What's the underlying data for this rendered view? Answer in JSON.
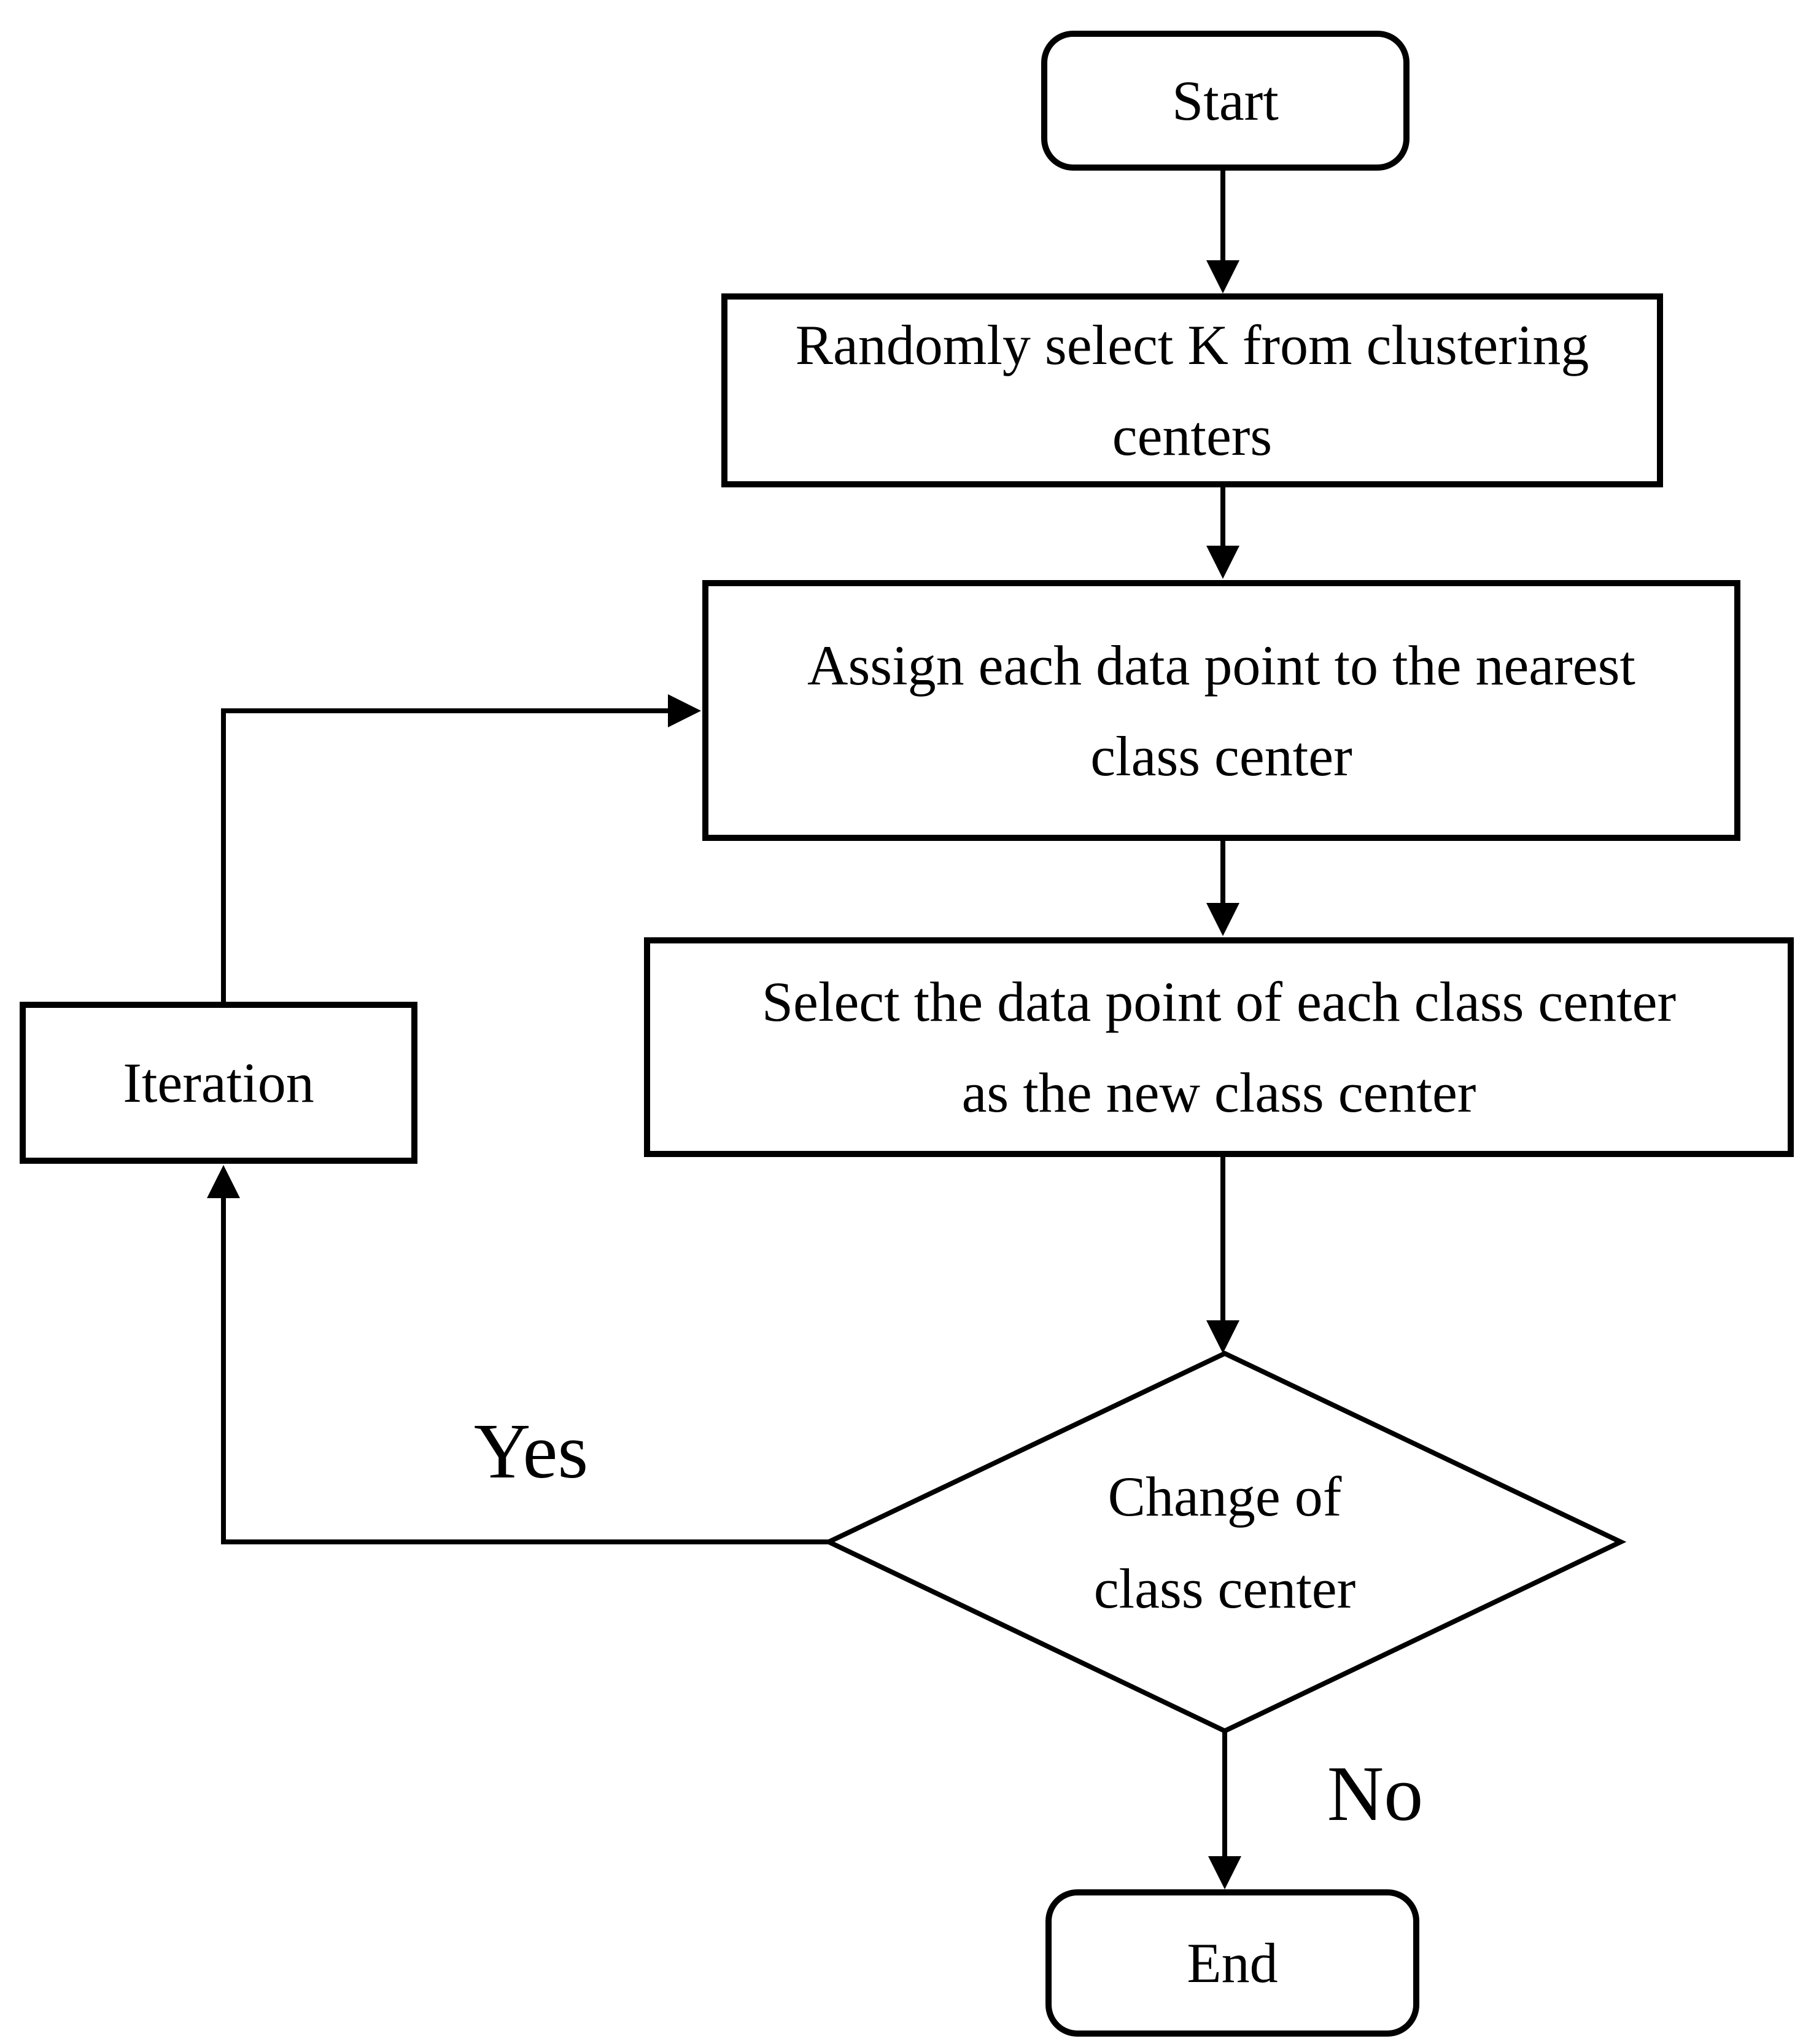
{
  "nodes": {
    "start": "Start",
    "select_k": "Randomly select K from clustering\ncenters",
    "assign": "Assign each data point to the nearest\nclass center",
    "new_center": "Select the data point of each class center\nas the new class center",
    "decision": "Change of\nclass center",
    "iteration": "Iteration",
    "end": "End"
  },
  "edge_labels": {
    "yes": "Yes",
    "no": "No"
  },
  "colors": {
    "line": "#000000",
    "node_fill": "#ffffff",
    "text": "#000000",
    "background": "#ffffff"
  }
}
